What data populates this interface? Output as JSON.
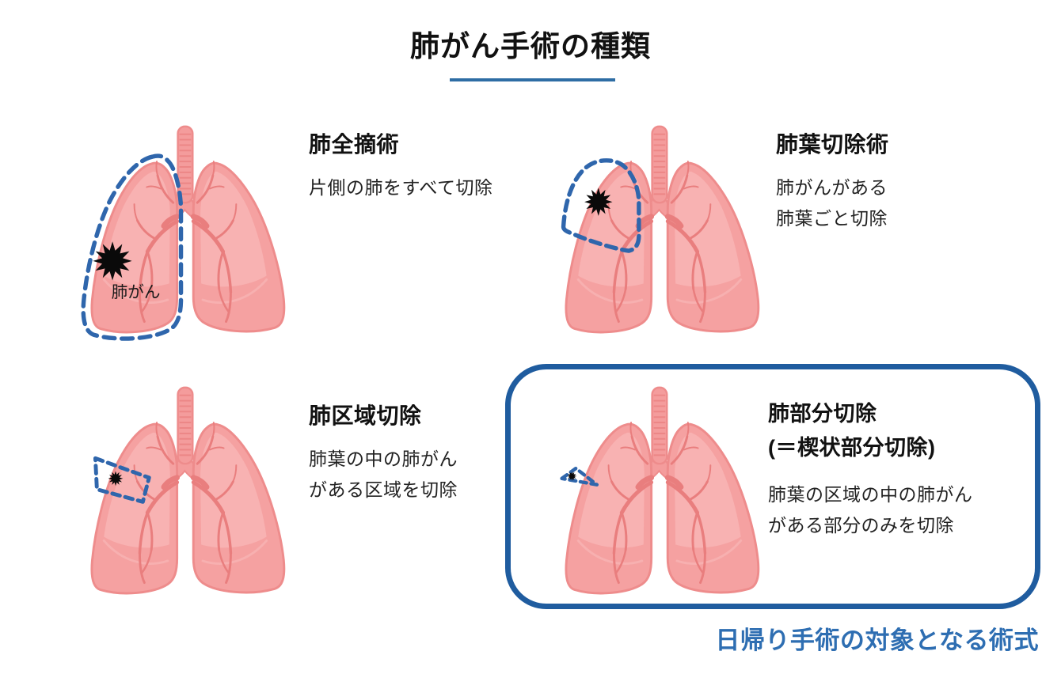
{
  "title": {
    "text": "肺がん手術の種類"
  },
  "panels": [
    {
      "heading": "肺全摘術",
      "desc": [
        "片側の肺をすべて切除"
      ],
      "cancer_label": "肺がん"
    },
    {
      "heading": "肺葉切除術",
      "desc": [
        "肺がんがある",
        "肺葉ごと切除"
      ]
    },
    {
      "heading": "肺区域切除",
      "desc": [
        "肺葉の中の肺がん",
        "がある区域を切除"
      ]
    },
    {
      "heading": "肺部分切除",
      "heading_sub": "(＝楔状部分切除)",
      "desc": [
        "肺葉の区域の中の肺がん",
        "がある部分のみを切除"
      ],
      "highlighted": true
    }
  ],
  "footnote": {
    "text": "日帰り手術の対象となる術式"
  },
  "colors": {
    "title_underline_blue": "#2E6DA4",
    "highlight_box_blue": "#1F5C9F",
    "dashed_outline_blue": "#2F66AC",
    "footnote_blue": "#2E6EB2",
    "lung_fill": "#F5A1A1",
    "lung_outline": "#EE8C8C",
    "lung_highlight": "#F8B2B2",
    "vessel_pink": "#E97E7E",
    "cancer_black": "#0A0A0A"
  }
}
